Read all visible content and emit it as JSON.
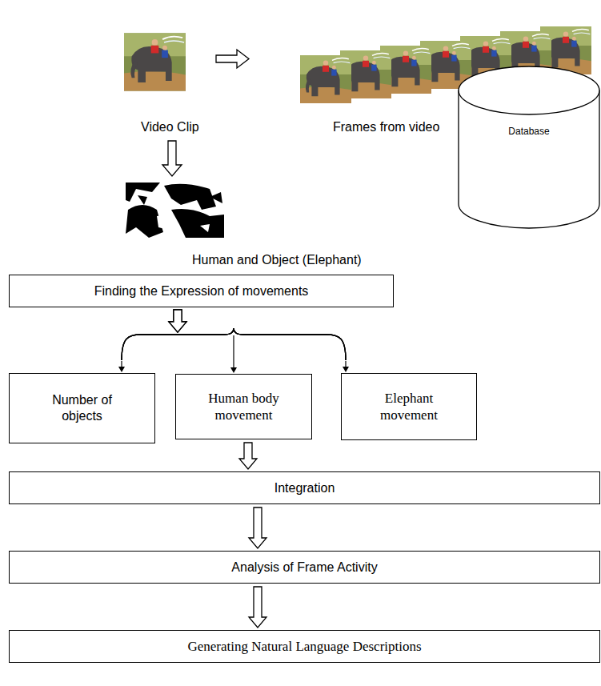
{
  "diagram": {
    "nodes": [
      {
        "text": [
          "Database"
        ]
      },
      {
        "text": [
          "Finding the Expression of movements"
        ]
      },
      {
        "text": [
          "Number of objects"
        ]
      },
      {
        "text": [
          "Human body movement"
        ]
      },
      {
        "text": [
          "Elephant movement"
        ]
      },
      {
        "text": [
          "Integration"
        ]
      },
      {
        "text": [
          "Analysis of Frame Activity"
        ]
      },
      {
        "text": [
          "Generating Natural Language Descriptions"
        ]
      }
    ],
    "edges": [
      {
        "from": 1,
        "to": 2,
        "arrow": "to"
      },
      {
        "from": 1,
        "to": 3,
        "arrow": "to"
      },
      {
        "from": 1,
        "to": 4,
        "arrow": "to"
      },
      {
        "from": 3,
        "to": 5,
        "arrow": "to"
      },
      {
        "from": 5,
        "to": 6,
        "arrow": "to"
      },
      {
        "from": 6,
        "to": 7,
        "arrow": "to"
      }
    ],
    "labels": [
      "Video Clip",
      "Frames from video",
      "Human and Object (Elephant)"
    ]
  }
}
